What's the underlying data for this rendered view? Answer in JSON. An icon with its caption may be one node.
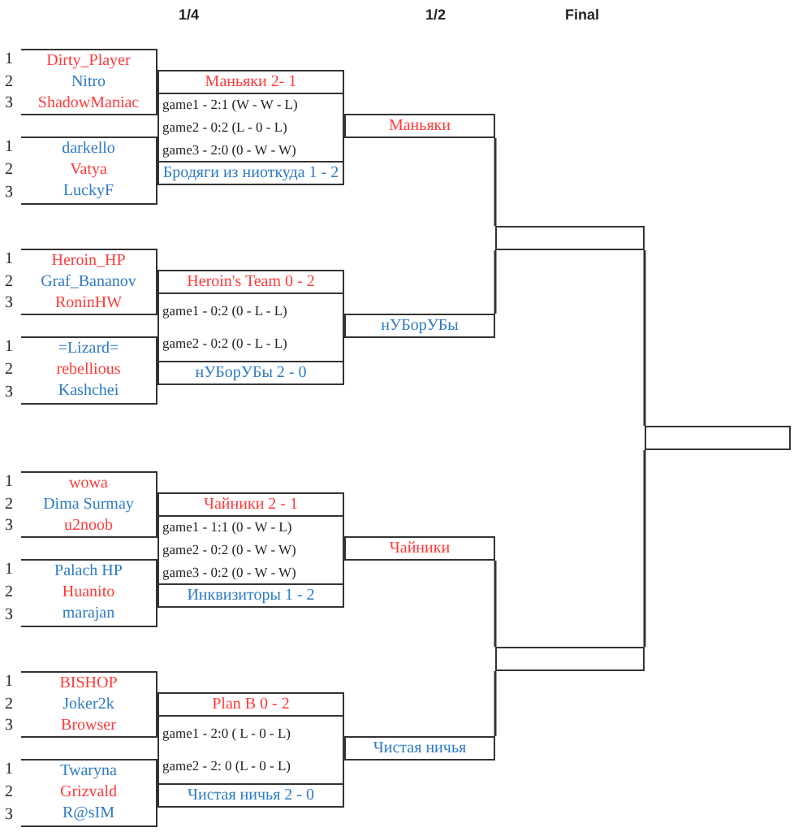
{
  "diagram": {
    "nodes": [
      {
        "text": [
          "Dirty_Player",
          "Nitro",
          "ShadowManiac"
        ],
        "beside": [
          "1",
          "2",
          "3"
        ]
      },
      {
        "text": [
          "Маньяки 2- 1"
        ]
      },
      {
        "text": [
          "game1 - 2:1 (W - W - L)",
          "game2 - 0:2 (L - 0 - L)",
          "game3 - 2:0 (0 - W - W)"
        ]
      },
      {
        "text": [
          "darkello",
          "Vatya",
          "LuckyF"
        ],
        "beside": [
          "1",
          "2",
          "3"
        ]
      },
      {
        "text": [
          "Бродяги из ниоткуда 1 - 2"
        ]
      },
      {
        "text": [
          "Маньяки"
        ]
      },
      {
        "text": [
          "Heroin_HP",
          "Graf_Bananov",
          "RoninHW"
        ],
        "beside": [
          "1",
          "2",
          "3"
        ]
      },
      {
        "text": [
          "Heroin's Team 0 - 2"
        ]
      },
      {
        "text": [
          "game1 - 0:2 (0 - L - L)",
          "game2 - 0:2 (0 - L - L)"
        ]
      },
      {
        "text": [
          "=Lizard=",
          "rebellious",
          "Kashchei"
        ],
        "beside": [
          "1",
          "2",
          "3"
        ]
      },
      {
        "text": [
          "нУБорУБы 2 - 0"
        ]
      },
      {
        "text": [
          "нУБорУБы"
        ]
      },
      {
        "text": [
          "wowa",
          "Dima Surmay",
          "u2noob"
        ],
        "beside": [
          "1",
          "2",
          "3"
        ]
      },
      {
        "text": [
          "Чайники 2 - 1"
        ]
      },
      {
        "text": [
          "game1 - 1:1 (0 - W - L)",
          "game2 - 0:2 (0 - W - W)",
          "game3 - 0:2 (0 - W - W)"
        ]
      },
      {
        "text": [
          "Palach HP",
          "Huanito",
          "marajan"
        ],
        "beside": [
          "1",
          "2",
          "3"
        ]
      },
      {
        "text": [
          "Инквизиторы 1 - 2"
        ]
      },
      {
        "text": [
          "Чайники"
        ]
      },
      {
        "text": [
          "BISHOP",
          "Joker2k",
          "Browser"
        ],
        "beside": [
          "1",
          "2",
          "3"
        ]
      },
      {
        "text": [
          "Plan B 0 - 2"
        ]
      },
      {
        "text": [
          "game1 - 2:0 ( L - 0 - L)",
          "game2 - 2: 0 (L - 0 - L)"
        ]
      },
      {
        "text": [
          "Twaryna",
          "Grizvald",
          "R@sIM"
        ],
        "beside": [
          "1",
          "2",
          "3"
        ]
      },
      {
        "text": [
          "Чистая ничья 2 - 0"
        ]
      },
      {
        "text": [
          "Чистая ничья"
        ]
      },
      {
        "text": [],
        "shape": "box"
      },
      {
        "text": [],
        "shape": "box"
      },
      {
        "text": [],
        "shape": "box"
      }
    ],
    "edges": [
      {
        "from": 5,
        "to": 24,
        "arrow": "none"
      },
      {
        "from": 11,
        "to": 24,
        "arrow": "none"
      },
      {
        "from": 17,
        "to": 25,
        "arrow": "none"
      },
      {
        "from": 23,
        "to": 25,
        "arrow": "none"
      },
      {
        "from": 24,
        "to": 26,
        "arrow": "none"
      },
      {
        "from": 25,
        "to": 26,
        "arrow": "none"
      }
    ],
    "labels": [
      "1/4",
      "1/2",
      "Final"
    ]
  }
}
